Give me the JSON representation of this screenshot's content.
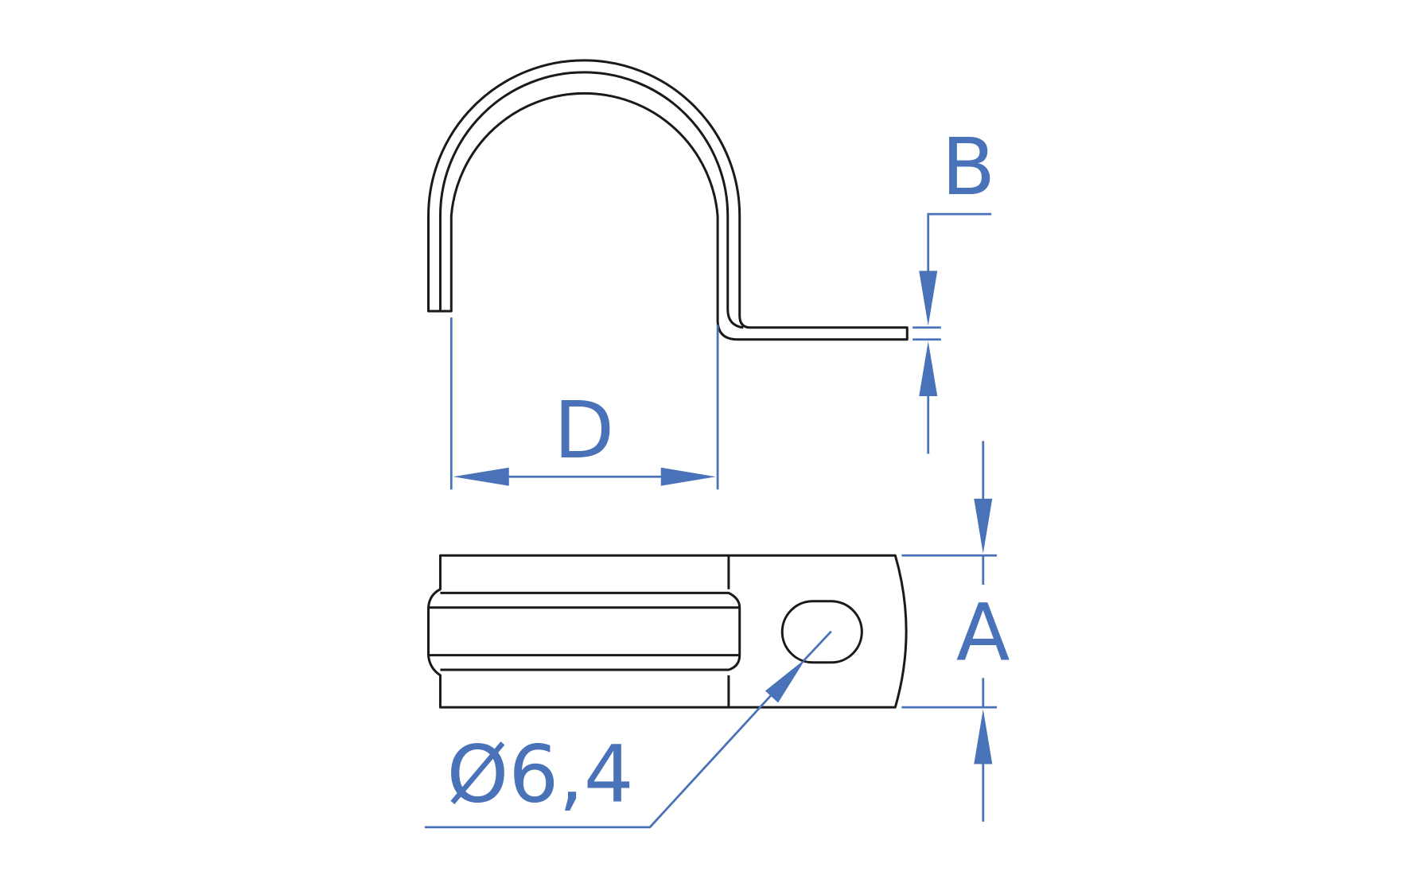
{
  "colors": {
    "dimension": "#4a72b8",
    "outline": "#1a1a1a",
    "background": "#ffffff"
  },
  "labels": {
    "diameter": "D",
    "thickness": "B",
    "width": "A",
    "hole": "Ø6,4"
  }
}
